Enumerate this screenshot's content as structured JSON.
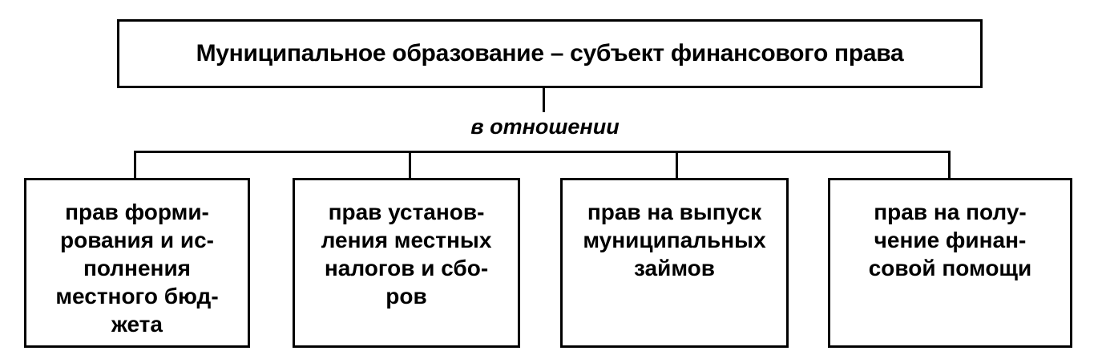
{
  "diagram": {
    "root": {
      "label": "Муниципальное образование – субъект финансового права"
    },
    "connector": {
      "label": "в отношении"
    },
    "children": [
      {
        "label": "прав форми-\nрования и ис-\nполнения\nместного бюд-\nжета"
      },
      {
        "label": "прав установ-\nления местных\nналогов и сбо-\nров"
      },
      {
        "label": "прав на выпуск\nмуниципальных\nзаймов"
      },
      {
        "label": "прав на полу-\nчение финан-\nсовой помощи"
      }
    ]
  }
}
